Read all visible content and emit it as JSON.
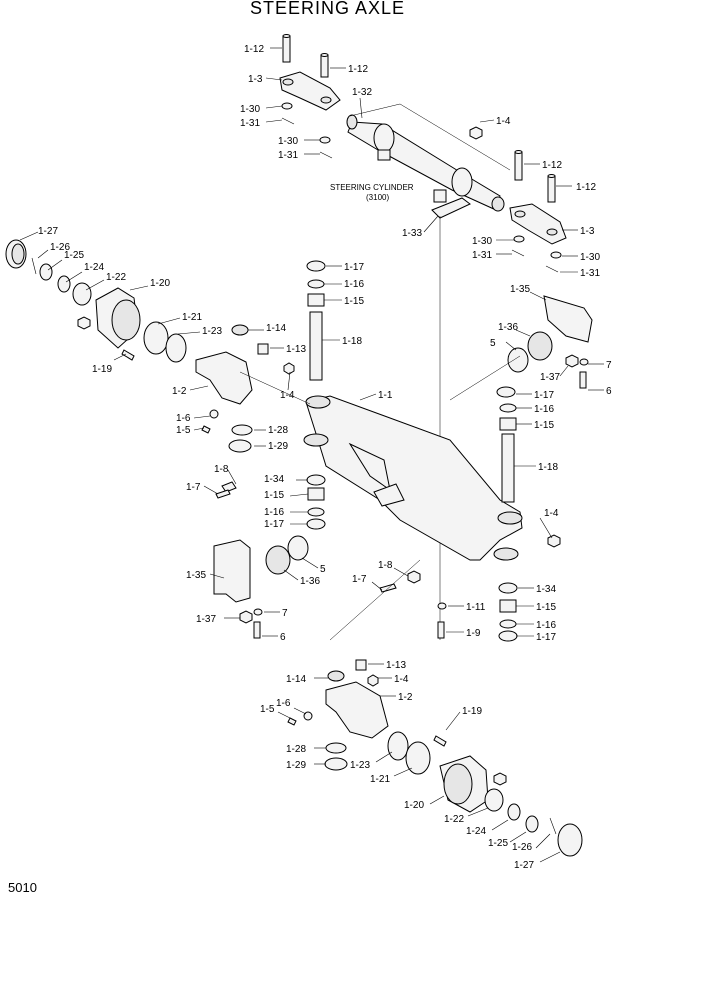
{
  "title": "STEERING AXLE",
  "page_number": "5010",
  "caption": {
    "line1": "STEERING CYLINDER",
    "line2": "(3100)"
  },
  "labels": [
    {
      "id": "c1",
      "text": "1-12"
    },
    {
      "id": "c2",
      "text": "1-12"
    },
    {
      "id": "c3",
      "text": "1-3"
    },
    {
      "id": "c4",
      "text": "1-30"
    },
    {
      "id": "c5",
      "text": "1-31"
    },
    {
      "id": "c6",
      "text": "1-32"
    },
    {
      "id": "c7",
      "text": "1-4"
    },
    {
      "id": "c8",
      "text": "1-30"
    },
    {
      "id": "c9",
      "text": "1-31"
    },
    {
      "id": "c10",
      "text": "1-12"
    },
    {
      "id": "c11",
      "text": "1-12"
    },
    {
      "id": "c12",
      "text": "1-33"
    },
    {
      "id": "c13",
      "text": "1-3"
    },
    {
      "id": "c14",
      "text": "1-30"
    },
    {
      "id": "c15",
      "text": "1-30"
    },
    {
      "id": "c16",
      "text": "1-31"
    },
    {
      "id": "c17",
      "text": "1-31"
    },
    {
      "id": "l1",
      "text": "1-27"
    },
    {
      "id": "l2",
      "text": "1-26"
    },
    {
      "id": "l3",
      "text": "1-25"
    },
    {
      "id": "l4",
      "text": "1-24"
    },
    {
      "id": "l5",
      "text": "1-22"
    },
    {
      "id": "l6",
      "text": "1-20"
    },
    {
      "id": "l7",
      "text": "1-21"
    },
    {
      "id": "l8",
      "text": "1-23"
    },
    {
      "id": "l9",
      "text": "1-19"
    },
    {
      "id": "l10",
      "text": "1-14"
    },
    {
      "id": "l11",
      "text": "1-13"
    },
    {
      "id": "l12",
      "text": "1-2"
    },
    {
      "id": "l13",
      "text": "1-4"
    },
    {
      "id": "l14",
      "text": "1-6"
    },
    {
      "id": "l15",
      "text": "1-5"
    },
    {
      "id": "l16",
      "text": "1-28"
    },
    {
      "id": "l17",
      "text": "1-29"
    },
    {
      "id": "m1",
      "text": "1-17"
    },
    {
      "id": "m2",
      "text": "1-16"
    },
    {
      "id": "m3",
      "text": "1-15"
    },
    {
      "id": "m4",
      "text": "1-18"
    },
    {
      "id": "m5",
      "text": "1-1"
    },
    {
      "id": "r1",
      "text": "1-35"
    },
    {
      "id": "r2",
      "text": "1-36"
    },
    {
      "id": "r3",
      "text": "5"
    },
    {
      "id": "r4",
      "text": "1-37"
    },
    {
      "id": "r5",
      "text": "7"
    },
    {
      "id": "r6",
      "text": "6"
    },
    {
      "id": "r7",
      "text": "1-17"
    },
    {
      "id": "r8",
      "text": "1-16"
    },
    {
      "id": "r9",
      "text": "1-15"
    },
    {
      "id": "r10",
      "text": "1-18"
    },
    {
      "id": "r11",
      "text": "1-4"
    },
    {
      "id": "r12",
      "text": "1-34"
    },
    {
      "id": "r13",
      "text": "1-15"
    },
    {
      "id": "r14",
      "text": "1-16"
    },
    {
      "id": "r15",
      "text": "1-17"
    },
    {
      "id": "n1",
      "text": "1-8"
    },
    {
      "id": "n2",
      "text": "1-7"
    },
    {
      "id": "n3",
      "text": "1-34"
    },
    {
      "id": "n4",
      "text": "1-15"
    },
    {
      "id": "n5",
      "text": "1-16"
    },
    {
      "id": "n6",
      "text": "1-17"
    },
    {
      "id": "n7",
      "text": "5"
    },
    {
      "id": "n8",
      "text": "1-35"
    },
    {
      "id": "n9",
      "text": "1-36"
    },
    {
      "id": "n10",
      "text": "7"
    },
    {
      "id": "n11",
      "text": "1-37"
    },
    {
      "id": "n12",
      "text": "6"
    },
    {
      "id": "n13",
      "text": "1-8"
    },
    {
      "id": "n14",
      "text": "1-7"
    },
    {
      "id": "n15",
      "text": "1-11"
    },
    {
      "id": "n16",
      "text": "1-9"
    },
    {
      "id": "b1",
      "text": "1-13"
    },
    {
      "id": "b2",
      "text": "1-14"
    },
    {
      "id": "b3",
      "text": "1-4"
    },
    {
      "id": "b4",
      "text": "1-2"
    },
    {
      "id": "b5",
      "text": "1-6"
    },
    {
      "id": "b6",
      "text": "1-5"
    },
    {
      "id": "b7",
      "text": "1-28"
    },
    {
      "id": "b8",
      "text": "1-29"
    },
    {
      "id": "b9",
      "text": "1-23"
    },
    {
      "id": "b10",
      "text": "1-21"
    },
    {
      "id": "b11",
      "text": "1-19"
    },
    {
      "id": "b12",
      "text": "1-20"
    },
    {
      "id": "b13",
      "text": "1-22"
    },
    {
      "id": "b14",
      "text": "1-24"
    },
    {
      "id": "b15",
      "text": "1-25"
    },
    {
      "id": "b16",
      "text": "1-26"
    },
    {
      "id": "b17",
      "text": "1-27"
    }
  ]
}
